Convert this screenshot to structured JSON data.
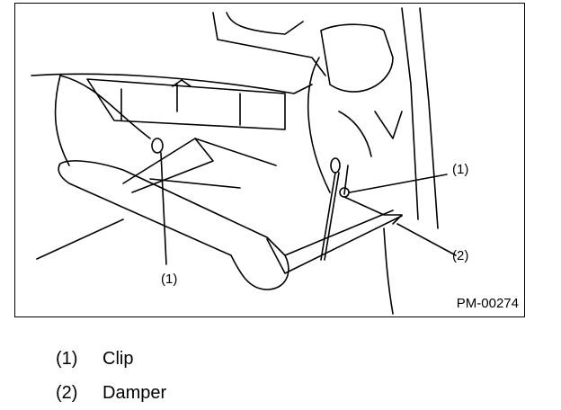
{
  "figure": {
    "code": "PM-00274",
    "callouts": [
      {
        "id": "clip-right",
        "label": "(1)"
      },
      {
        "id": "damper",
        "label": "(2)"
      },
      {
        "id": "clip-left",
        "label": "(1)"
      }
    ]
  },
  "legend": [
    {
      "num": "(1)",
      "text": "Clip"
    },
    {
      "num": "(2)",
      "text": "Damper"
    }
  ]
}
